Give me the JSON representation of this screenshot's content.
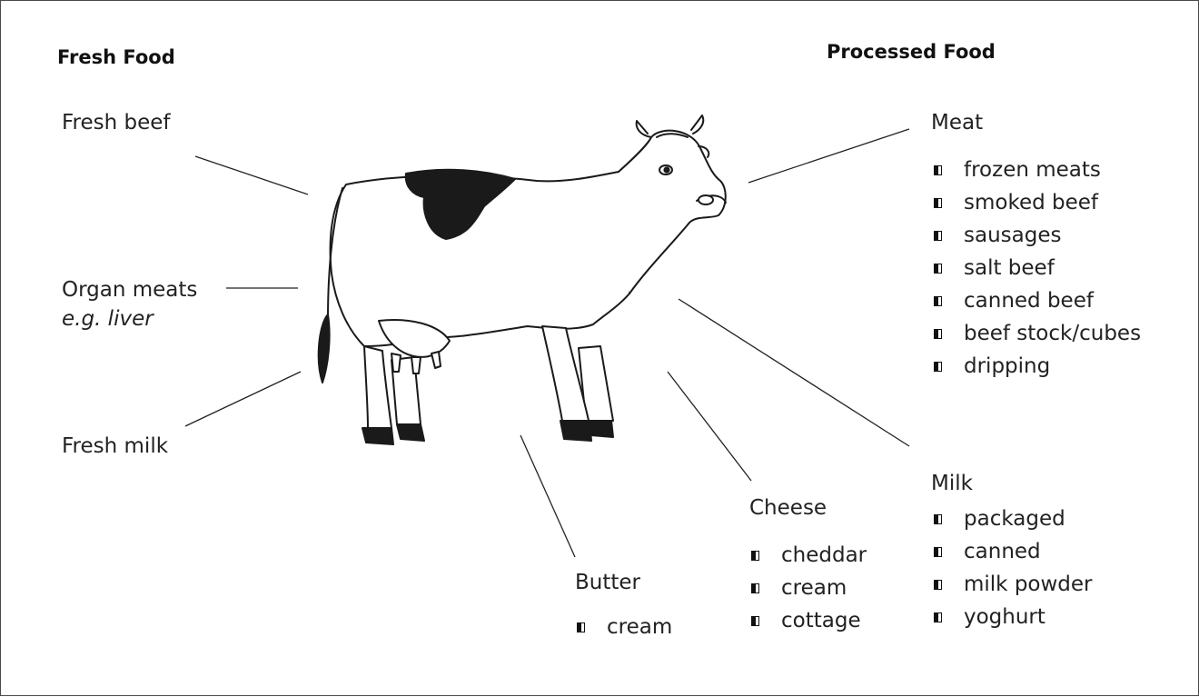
{
  "headings": {
    "fresh": "Fresh Food",
    "processed": "Processed Food"
  },
  "fresh_items": {
    "beef": "Fresh beef",
    "organ": "Organ meats",
    "organ_example": "e.g. liver",
    "milk": "Fresh milk"
  },
  "processed": {
    "meat": {
      "title": "Meat",
      "items": [
        "frozen meats",
        "smoked beef",
        "sausages",
        "salt beef",
        "canned beef",
        "beef stock/cubes",
        "dripping"
      ]
    },
    "milk": {
      "title": "Milk",
      "items": [
        "packaged",
        "canned",
        "milk powder",
        "yoghurt"
      ]
    },
    "cheese": {
      "title": "Cheese",
      "items": [
        "cheddar",
        "cream",
        "cottage"
      ]
    },
    "butter": {
      "title": "Butter",
      "items": [
        "cream"
      ]
    }
  },
  "illustration": {
    "name": "cow-illustration",
    "spot_color": "#1a1a1a"
  }
}
